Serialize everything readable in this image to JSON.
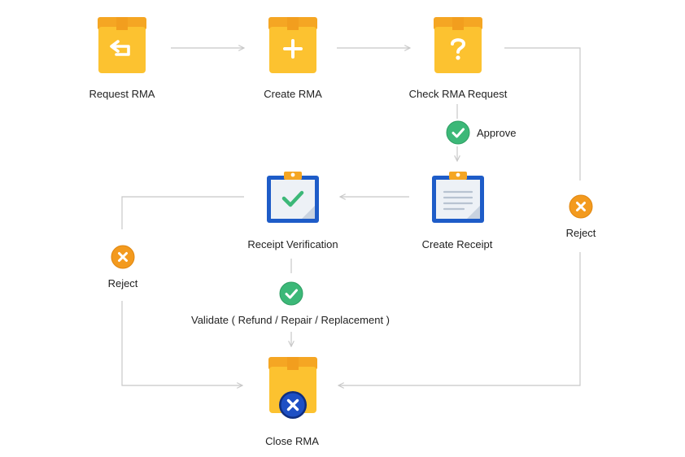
{
  "nodes": {
    "request_rma": "Request RMA",
    "create_rma": "Create RMA",
    "check_rma_request": "Check RMA Request",
    "create_receipt": "Create Receipt",
    "receipt_verification": "Receipt Verification",
    "close_rma": "Close RMA"
  },
  "edges": {
    "approve": "Approve",
    "reject_right": "Reject",
    "reject_left": "Reject",
    "validate": "Validate ( Refund / Repair / Replacement )"
  },
  "icons": {
    "request_rma": "return-arrow-box-icon",
    "create_rma": "plus-box-icon",
    "check_rma_request": "question-box-icon",
    "create_receipt": "receipt-clipboard-icon",
    "receipt_verification": "checked-clipboard-icon",
    "close_rma": "close-box-icon",
    "approve": "check-circle-icon",
    "reject": "x-circle-icon"
  },
  "colors": {
    "box_yellow": "#FCC230",
    "box_orange": "#F5A623",
    "clipboard_blue": "#1E5CC8",
    "approve_green": "#3CB878",
    "reject_orange": "#F39A1E",
    "close_blue": "#1D4FC4",
    "connector": "#C8C8C8"
  }
}
